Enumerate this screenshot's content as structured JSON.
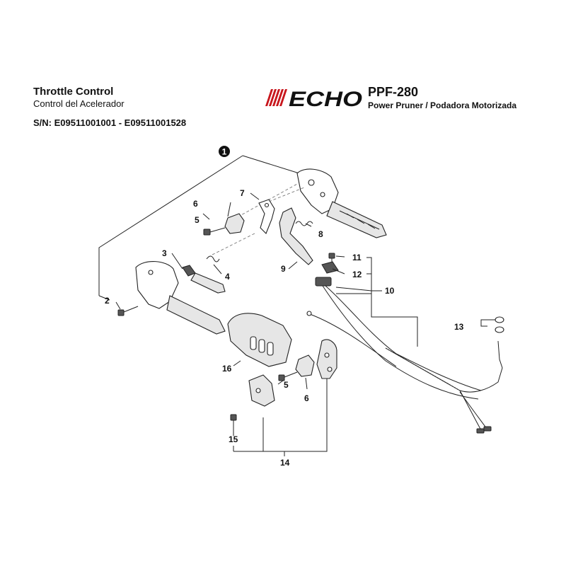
{
  "header": {
    "title": "Throttle Control",
    "subtitle": "Control del Acelerador",
    "serial": "S/N: E09511001001 - E09511001528",
    "brand": "ECHO",
    "model": "PPF-280",
    "description": "Power Pruner / Podadora Motorizada"
  },
  "callouts": {
    "c1": "1",
    "c2": "2",
    "c3": "3",
    "c4": "4",
    "c5a": "5",
    "c5b": "5",
    "c6a": "6",
    "c6b": "6",
    "c7": "7",
    "c8": "8",
    "c9": "9",
    "c10": "10",
    "c11": "11",
    "c12": "12",
    "c13": "13",
    "c14": "14",
    "c15": "15",
    "c16": "16"
  }
}
